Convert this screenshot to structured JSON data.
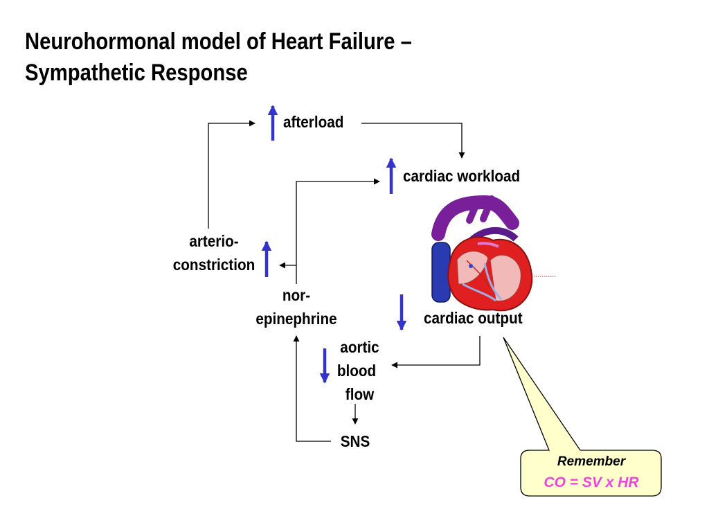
{
  "title": {
    "line1": "Neurohormonal model of Heart Failure –",
    "line2": "Sympathetic Response"
  },
  "nodes": {
    "afterload": "afterload",
    "cardiac_workload": "cardiac workload",
    "arterio_line1": "arterio-",
    "arterio_line2": "constriction",
    "nor_line1": "nor-",
    "nor_line2": "epinephrine",
    "cardiac_output": "cardiac output",
    "aortic_line1": "aortic",
    "aortic_line2": "blood",
    "aortic_line3": "flow",
    "sns": "SNS"
  },
  "callout": {
    "line1": "Remember",
    "line2": "CO = SV x HR"
  },
  "colors": {
    "indicator_arrow": "#3333cc",
    "callout_fill": "#ffffcc",
    "formula": "#ee44dd"
  },
  "icons": [
    "up-arrow-icon",
    "down-arrow-icon",
    "heart-icon"
  ]
}
